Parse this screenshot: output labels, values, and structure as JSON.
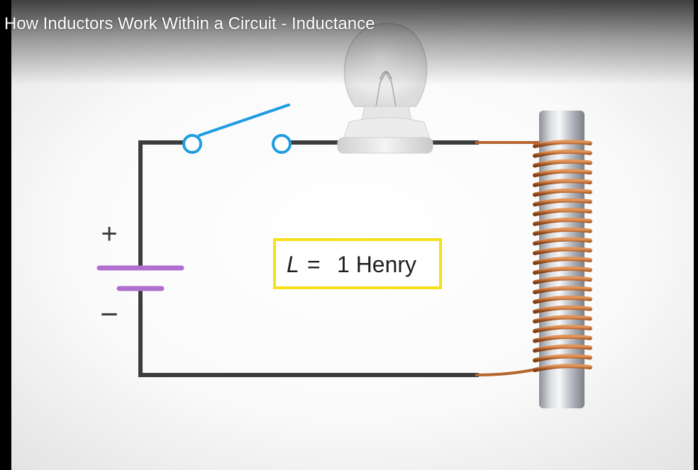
{
  "video": {
    "title": "How Inductors Work Within a Circuit - Inductance"
  },
  "diagram": {
    "battery": {
      "positive_sign": "+",
      "negative_sign": "−"
    },
    "inductance_label": {
      "symbol": "L",
      "equals": "=",
      "value": "1 Henry"
    }
  },
  "colors": {
    "wire": "#3c3c3c",
    "switch": "#1e9de0",
    "battery_plate": "#b06fd0",
    "copper": "#b5652e",
    "label_border": "#f5e01a",
    "core": "#c8ccd2"
  },
  "icons": {
    "switch_terminal": "open-circle",
    "bulb": "light-bulb",
    "inductor": "coil-on-core"
  }
}
